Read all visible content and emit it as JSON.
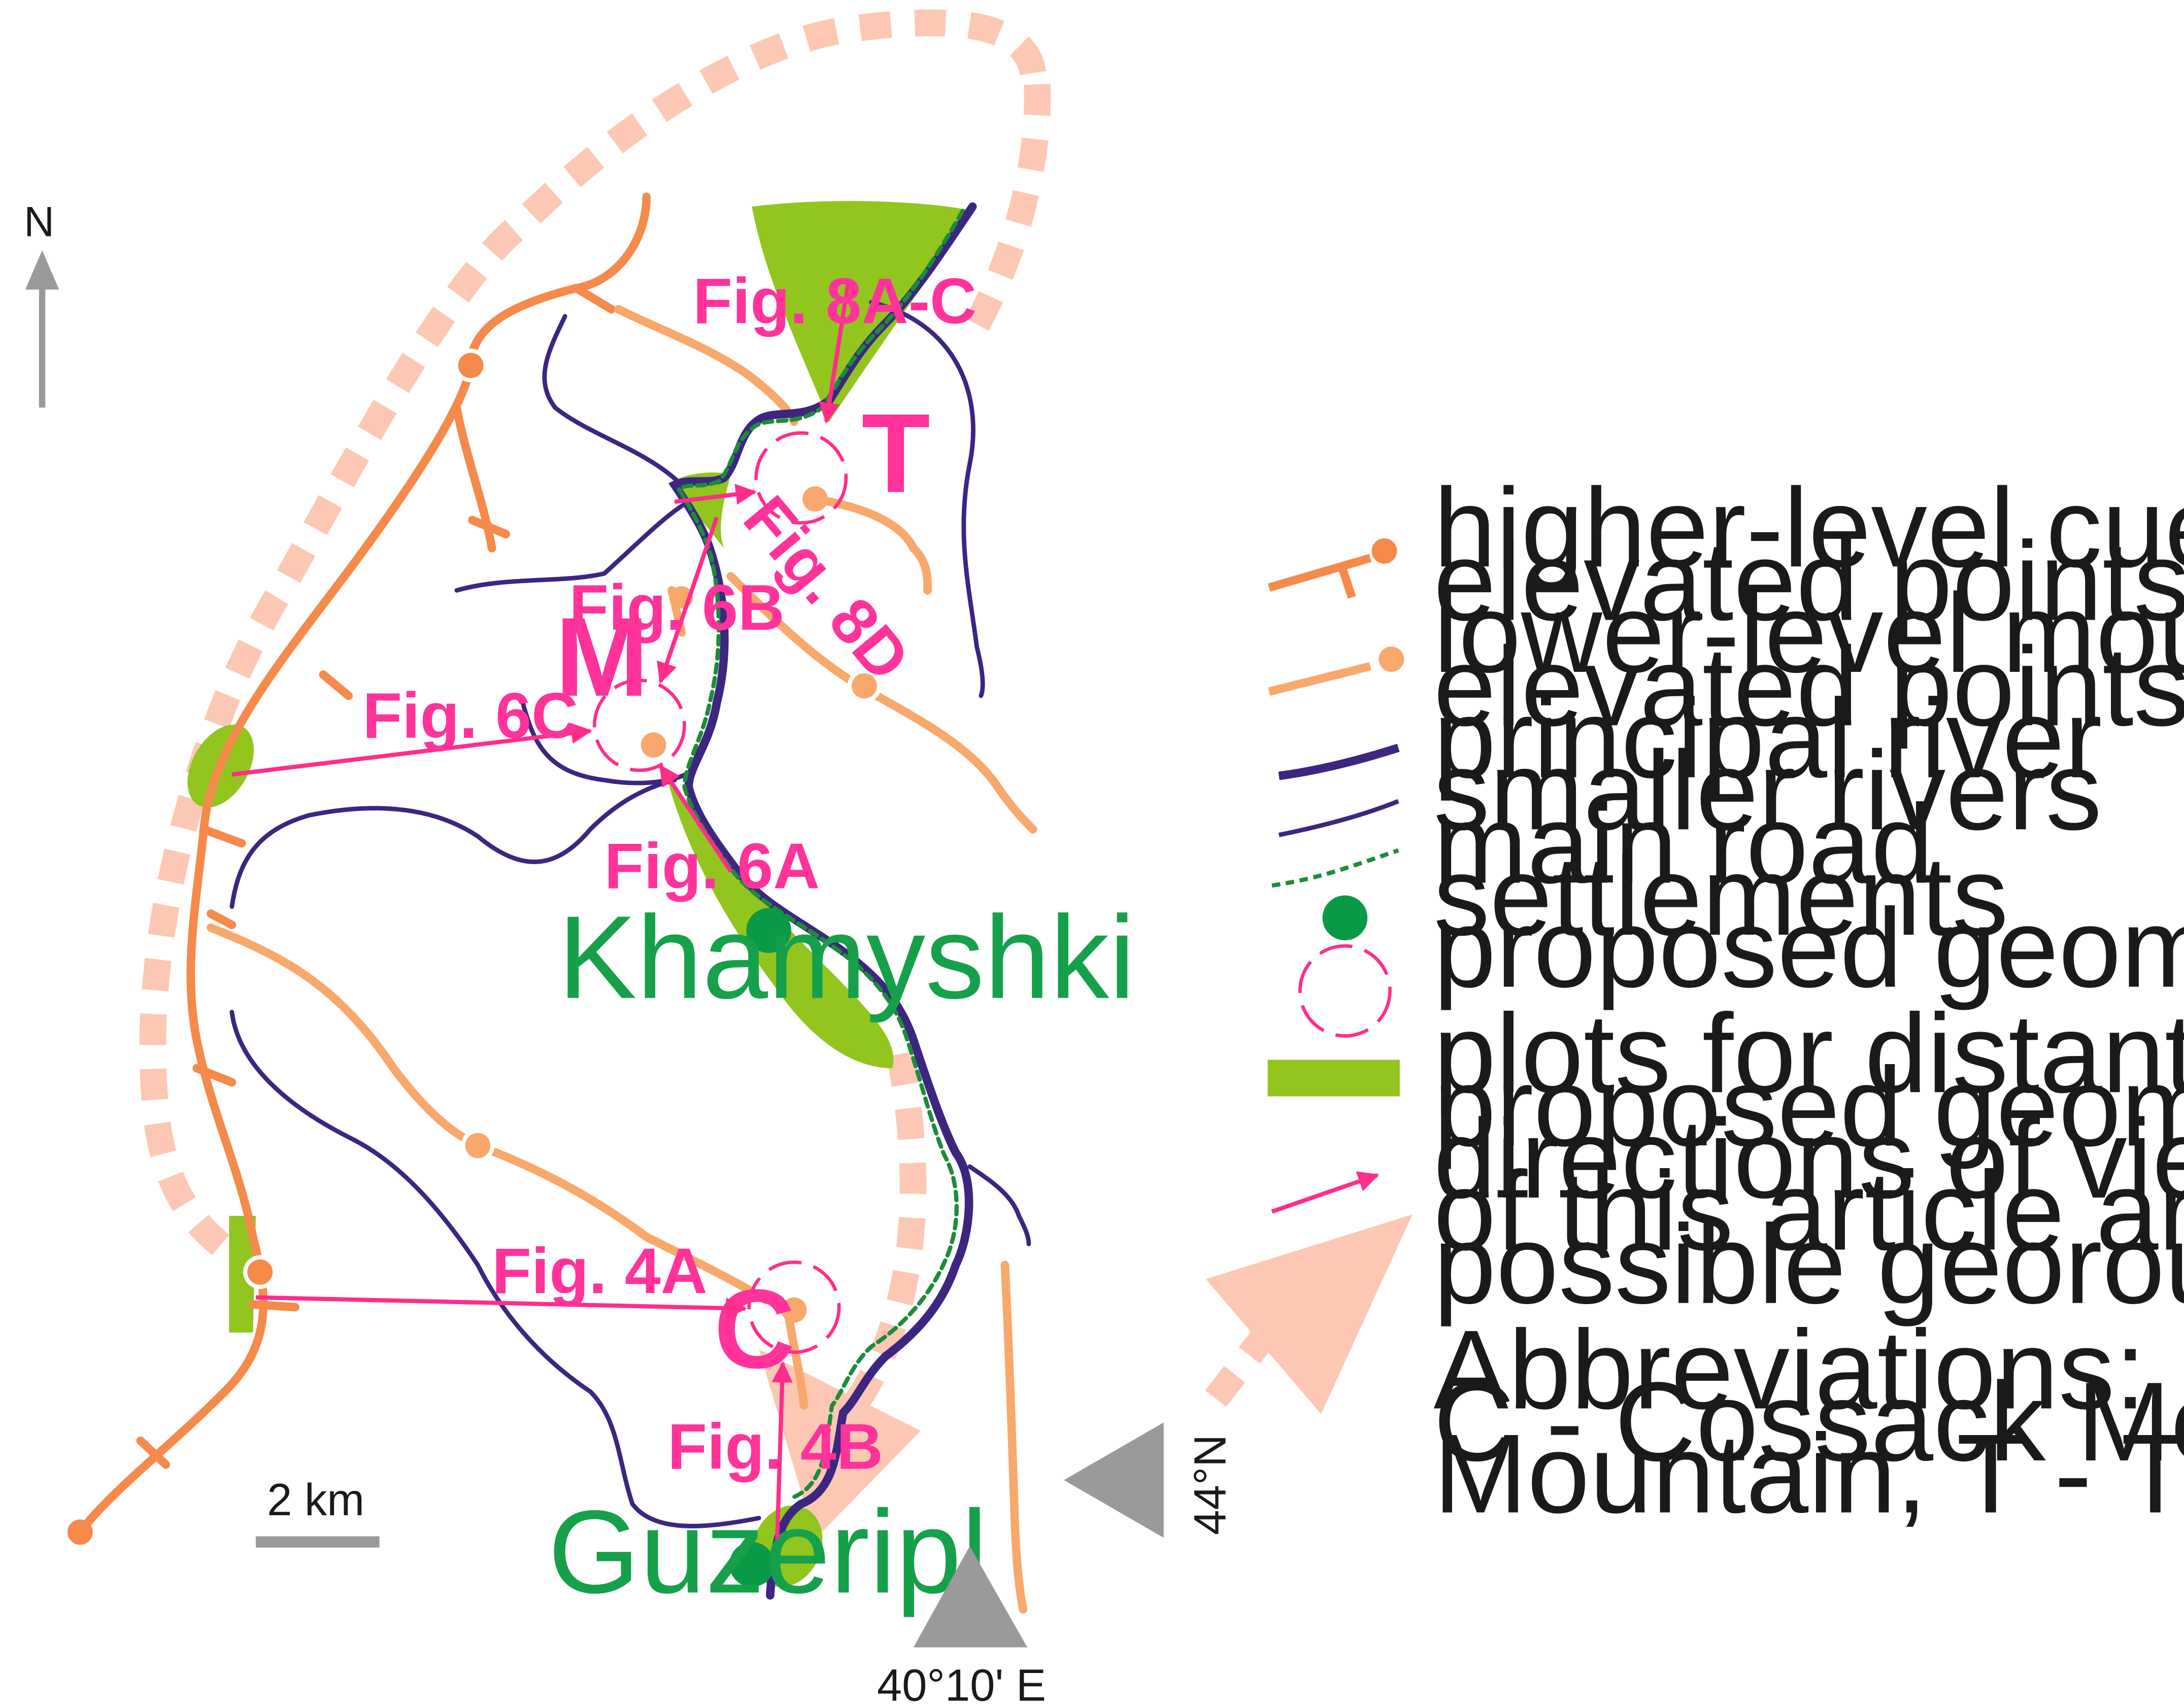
{
  "north_label": "N",
  "scale_label": "2 km",
  "coordinates": {
    "latitude": "44°N",
    "longitude": "40°10' E"
  },
  "settlements": [
    {
      "name": "Khamyshki"
    },
    {
      "name": "Guzeripl"
    }
  ],
  "geomorphosites": [
    {
      "letter": "T"
    },
    {
      "letter": "M"
    },
    {
      "letter": "C"
    }
  ],
  "view_figures": [
    "Fig. 8A-C",
    "Fig. 8D",
    "Fig. 6B",
    "Fig. 6C",
    "Fig. 6A",
    "Fig. 4A",
    "Fig. 4B"
  ],
  "legend": [
    {
      "icon": "cuesta-scarp",
      "lines": [
        "higher-level cuesta scarp and",
        "elevated points"
      ]
    },
    {
      "icon": "mountain-range",
      "lines": [
        "lower-level mountain ranges and",
        "elevated points"
      ]
    },
    {
      "icon": "principal-river",
      "lines": [
        "principal river"
      ]
    },
    {
      "icon": "smaller-river",
      "lines": [
        "smaller rivers"
      ]
    },
    {
      "icon": "main-road",
      "lines": [
        "main road"
      ]
    },
    {
      "icon": "settlement",
      "lines": [
        "settlements"
      ]
    },
    {
      "icon": "geomorphosite",
      "lines": [
        "proposed geomorphosites"
      ]
    },
    {
      "icon": "observation-plot",
      "lines": [
        "plots for distant observation of",
        "proposed geomorphosites"
      ]
    },
    {
      "icon": "view-direction",
      "lines": [
        "directions of views (related figures",
        "of this article are indicated)"
      ]
    },
    {
      "icon": "georoute",
      "lines": [
        "possible georoute"
      ]
    }
  ],
  "abbreviations": {
    "title": "Abbreviations:",
    "lines": [
      "C - Cossack Mountain, M - Monk",
      "Mountain, T - Three Teeth Mountain"
    ]
  },
  "colors": {
    "cuesta": "#f58a4b",
    "mountain": "#f9a86b",
    "river": "#3c2680",
    "road": "#1c8c3a",
    "settlement": "#0a9a45",
    "geomorphosite": "#ff2d8a",
    "plot": "#93c51f",
    "georoute": "#fcc8b4",
    "gray": "#9a9a9a"
  }
}
